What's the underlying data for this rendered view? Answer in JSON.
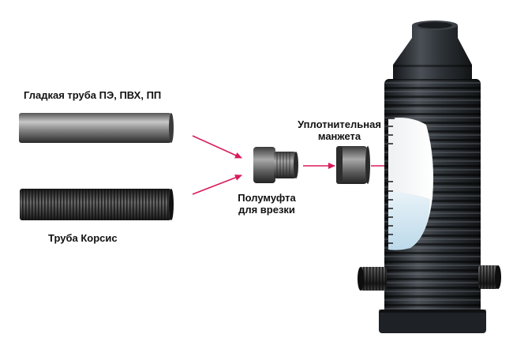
{
  "labels": {
    "smooth_pipe": "Гладкая труба ПЭ, ПВХ, ПП",
    "korsis_pipe": "Труба Корсис",
    "half_coupling_line1": "Полумуфта",
    "half_coupling_line2": "для врезки",
    "seal_line1": "Уплотнительная",
    "seal_line2": "манжета"
  },
  "colors": {
    "arrow": "#d81b5c",
    "pipe_dark": "#2a2a2a",
    "pipe_light": "#9a9a9a",
    "well_body": "#2b2f33",
    "water": "#cfe6f3"
  }
}
